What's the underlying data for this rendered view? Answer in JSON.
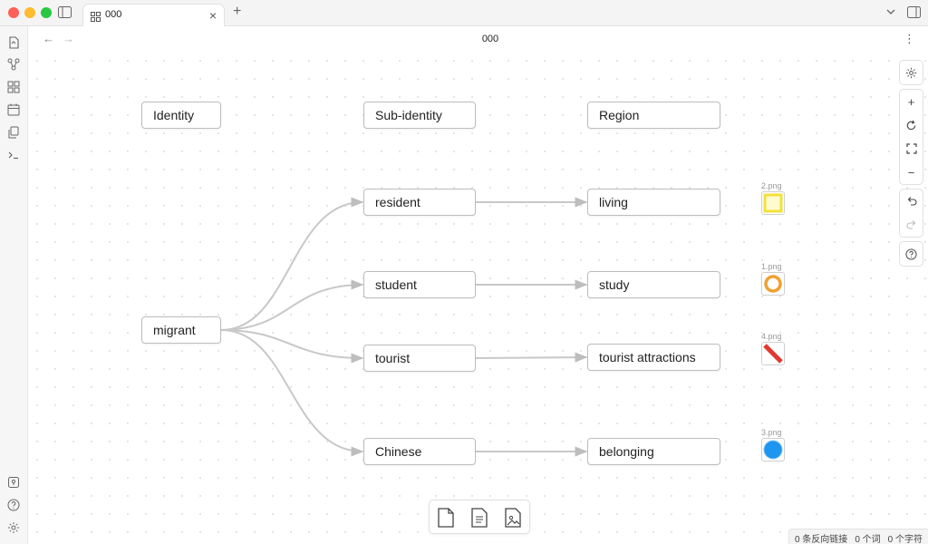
{
  "window": {
    "tab_title": "000",
    "header_title": "000"
  },
  "canvas": {
    "nodes": {
      "identity": "Identity",
      "sub_identity": "Sub-identity",
      "region": "Region",
      "migrant": "migrant",
      "resident": "resident",
      "student": "student",
      "tourist": "tourist",
      "chinese": "Chinese",
      "living": "living",
      "study": "study",
      "tourist_attractions": "tourist attractions",
      "belonging": "belonging"
    },
    "images": [
      {
        "label": "2.png",
        "icon": "yellow-square-icon"
      },
      {
        "label": "1.png",
        "icon": "orange-ring-icon"
      },
      {
        "label": "4.png",
        "icon": "red-slash-icon"
      },
      {
        "label": "3.png",
        "icon": "blue-circle-icon"
      }
    ],
    "edge_color": "#c8c8c8"
  },
  "status_bar": {
    "backlinks": "0 条反向链接",
    "words": "0 个词",
    "chars": "0 个字符"
  }
}
